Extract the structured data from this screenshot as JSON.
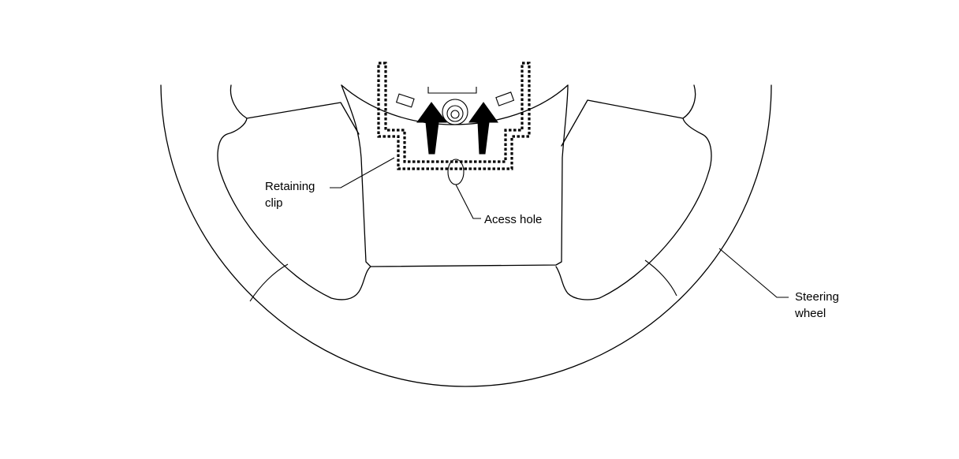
{
  "labels": {
    "retaining_clip": "Retaining\nclip",
    "access_hole": "Acess hole",
    "steering_wheel": "Steering\nwheel"
  },
  "colors": {
    "line": "#000000",
    "background": "#ffffff"
  }
}
